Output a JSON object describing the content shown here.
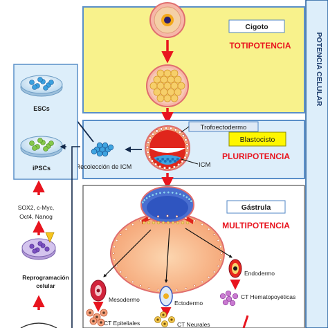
{
  "side_label": "POTENCIA CELULAR",
  "stages": {
    "totipotency": {
      "tag": "Cigoto",
      "title": "TOTIPOTENCIA"
    },
    "pluripotency": {
      "tag": "Blastocisto",
      "title": "PLURIPOTENCIA",
      "trophectoderm": "Trofoectodermo",
      "icm": "ICM",
      "collection": "Recolección de ICM"
    },
    "multipotency": {
      "tag": "Gástrula",
      "title": "MULTIPOTENCIA"
    }
  },
  "germ_layers": {
    "mesoderm": "Mesodermo",
    "ectoderm": "Ectodermo",
    "endoderm": "Endodermo"
  },
  "stem_cells": {
    "mesodermal": "CT Epiteliales",
    "ectodermal": "CT Neurales",
    "endodermal": "CT Hematopoyéticas"
  },
  "left_panel": {
    "escs": "ESCs",
    "ipscs": "iPSCs",
    "factors": [
      "SOX2, c-Myc,",
      "Oct4, Nanog"
    ],
    "reprogramming": [
      "Reprogramación",
      "celular"
    ]
  },
  "colors": {
    "yellow_panel": "#f8f28c",
    "blue_panel": "#ddeefa",
    "panel_border": "#5a8fc8",
    "red_title": "#e8141e",
    "arrow_red": "#e8141e",
    "sidebar_blue": "#1f5c9c"
  }
}
